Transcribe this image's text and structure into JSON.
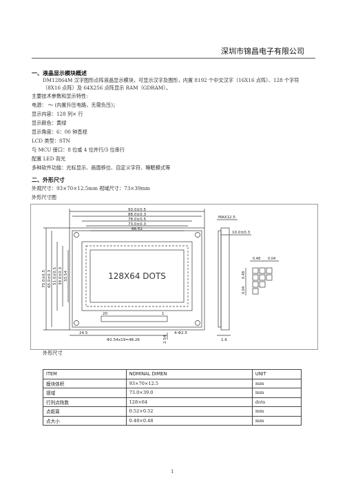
{
  "header": {
    "company": "深圳市锦昌电子有限公司"
  },
  "section1": {
    "title": "一、液晶显示模块概述",
    "intro": "DM12864M 汉字图形点阵液晶显示模块，可显示汉字及图形，内置 8192 个中文汉字（16X16 点阵）、128 个字符（8X16 点阵）及 64X256 点阵显示 RAM（GDRAM）。",
    "lines": [
      "主要技术参数和显示特性:",
      "电源：          ～    (内置升压电路，无需负压)；",
      "显示内容：128 列×      行",
      "显示颜色：黄绿",
      "显示角度：6：00 钟直视",
      "LCD 类型：STN",
      "与 MCU 接口：8 位或 4 位并行/3 位串行",
      "配置 LED 背光",
      "多种软件功能：光标显示、画面移位、自定义字符、睡眠模式等"
    ]
  },
  "section2": {
    "title": "二、外形尺寸",
    "dims_line": "外观尺寸：93×70×12.5mm  视域尺寸：73×39mm",
    "drawing_caption": "外形尺寸图",
    "table_caption": "外形尺寸"
  },
  "drawing": {
    "screen_text": "128X64 DOTS",
    "dim_top": [
      "93.0±0.5",
      "88.0±0.3",
      "78.0±0.5",
      "73.0±0.3",
      "68.52"
    ],
    "dim_left": [
      "70.0±0.5",
      "65.0±0.3",
      "51.0±0.5",
      "39.0±0.3",
      "33.54"
    ],
    "dim_right": [
      "MAX12.5",
      "10.0±0.3",
      "1.6"
    ],
    "dim_bottom": [
      "24.5",
      "Φ2.54x19=48.26",
      "4-Φ2.5",
      "2.54"
    ],
    "pin_labels": [
      "20",
      "1"
    ],
    "dot_dims": [
      "0.48",
      "0.04",
      "0.48",
      "0.04"
    ]
  },
  "spec_table": {
    "headers": [
      "ITEM",
      "NOMINAL DIMEN",
      "UNIT"
    ],
    "rows": [
      [
        "模块体积",
        "93×70×12.5",
        "mm"
      ],
      [
        "视域",
        "73.0×39.0",
        "mm"
      ],
      [
        "行列点阵数",
        "128×64",
        "dots"
      ],
      [
        "点距离",
        "0.52×0.52",
        "mm"
      ],
      [
        "点大小",
        "0.48×0.48",
        "mm"
      ]
    ]
  },
  "footer": {
    "page_number": "1"
  }
}
